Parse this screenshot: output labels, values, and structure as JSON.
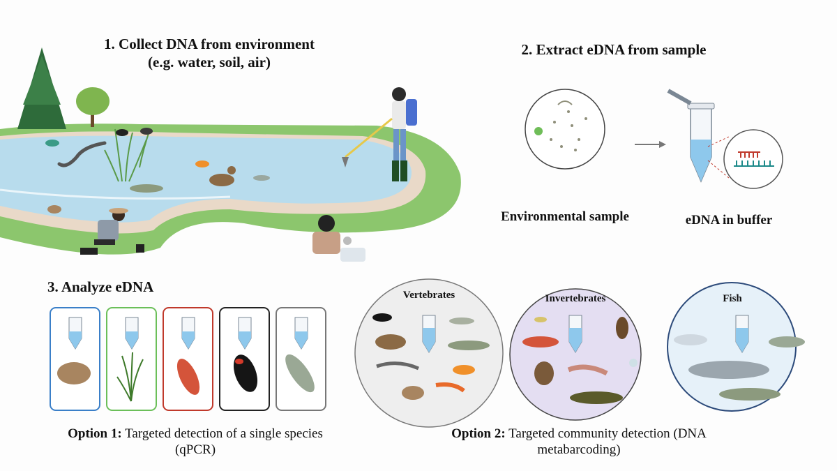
{
  "step1": {
    "title_line1": "1.  Collect DNA from environment",
    "title_line2": "(e.g. water, soil, air)"
  },
  "step2": {
    "title": "2. Extract eDNA from sample",
    "sample_label": "Environmental sample",
    "buffer_label": "eDNA in buffer"
  },
  "step3": {
    "title": "3. Analyze eDNA",
    "option1": {
      "lead": "Option 1:",
      "text": " Targeted detection of a single species",
      "text_line2": "(qPCR)"
    },
    "option2": {
      "lead": "Option 2:",
      "text": " Targeted community detection (DNA",
      "text_line2": "metabarcoding)"
    },
    "communities": [
      "Vertebrates",
      "Invertebrates",
      "Fish"
    ]
  },
  "colors": {
    "frog_box": "#3a7fc8",
    "plant_box": "#6bbf59",
    "crayfish_box": "#c0392b",
    "bird_box": "#222222",
    "fish_box": "#777777",
    "vertebrates_bg": "#eeeeee",
    "invertebrates_bg": "#e4def2",
    "fish_bg": "#e6f1f9",
    "fish_circle_border": "#2c4a7a",
    "water": "#b8dced",
    "grass": "#8cc66d"
  }
}
